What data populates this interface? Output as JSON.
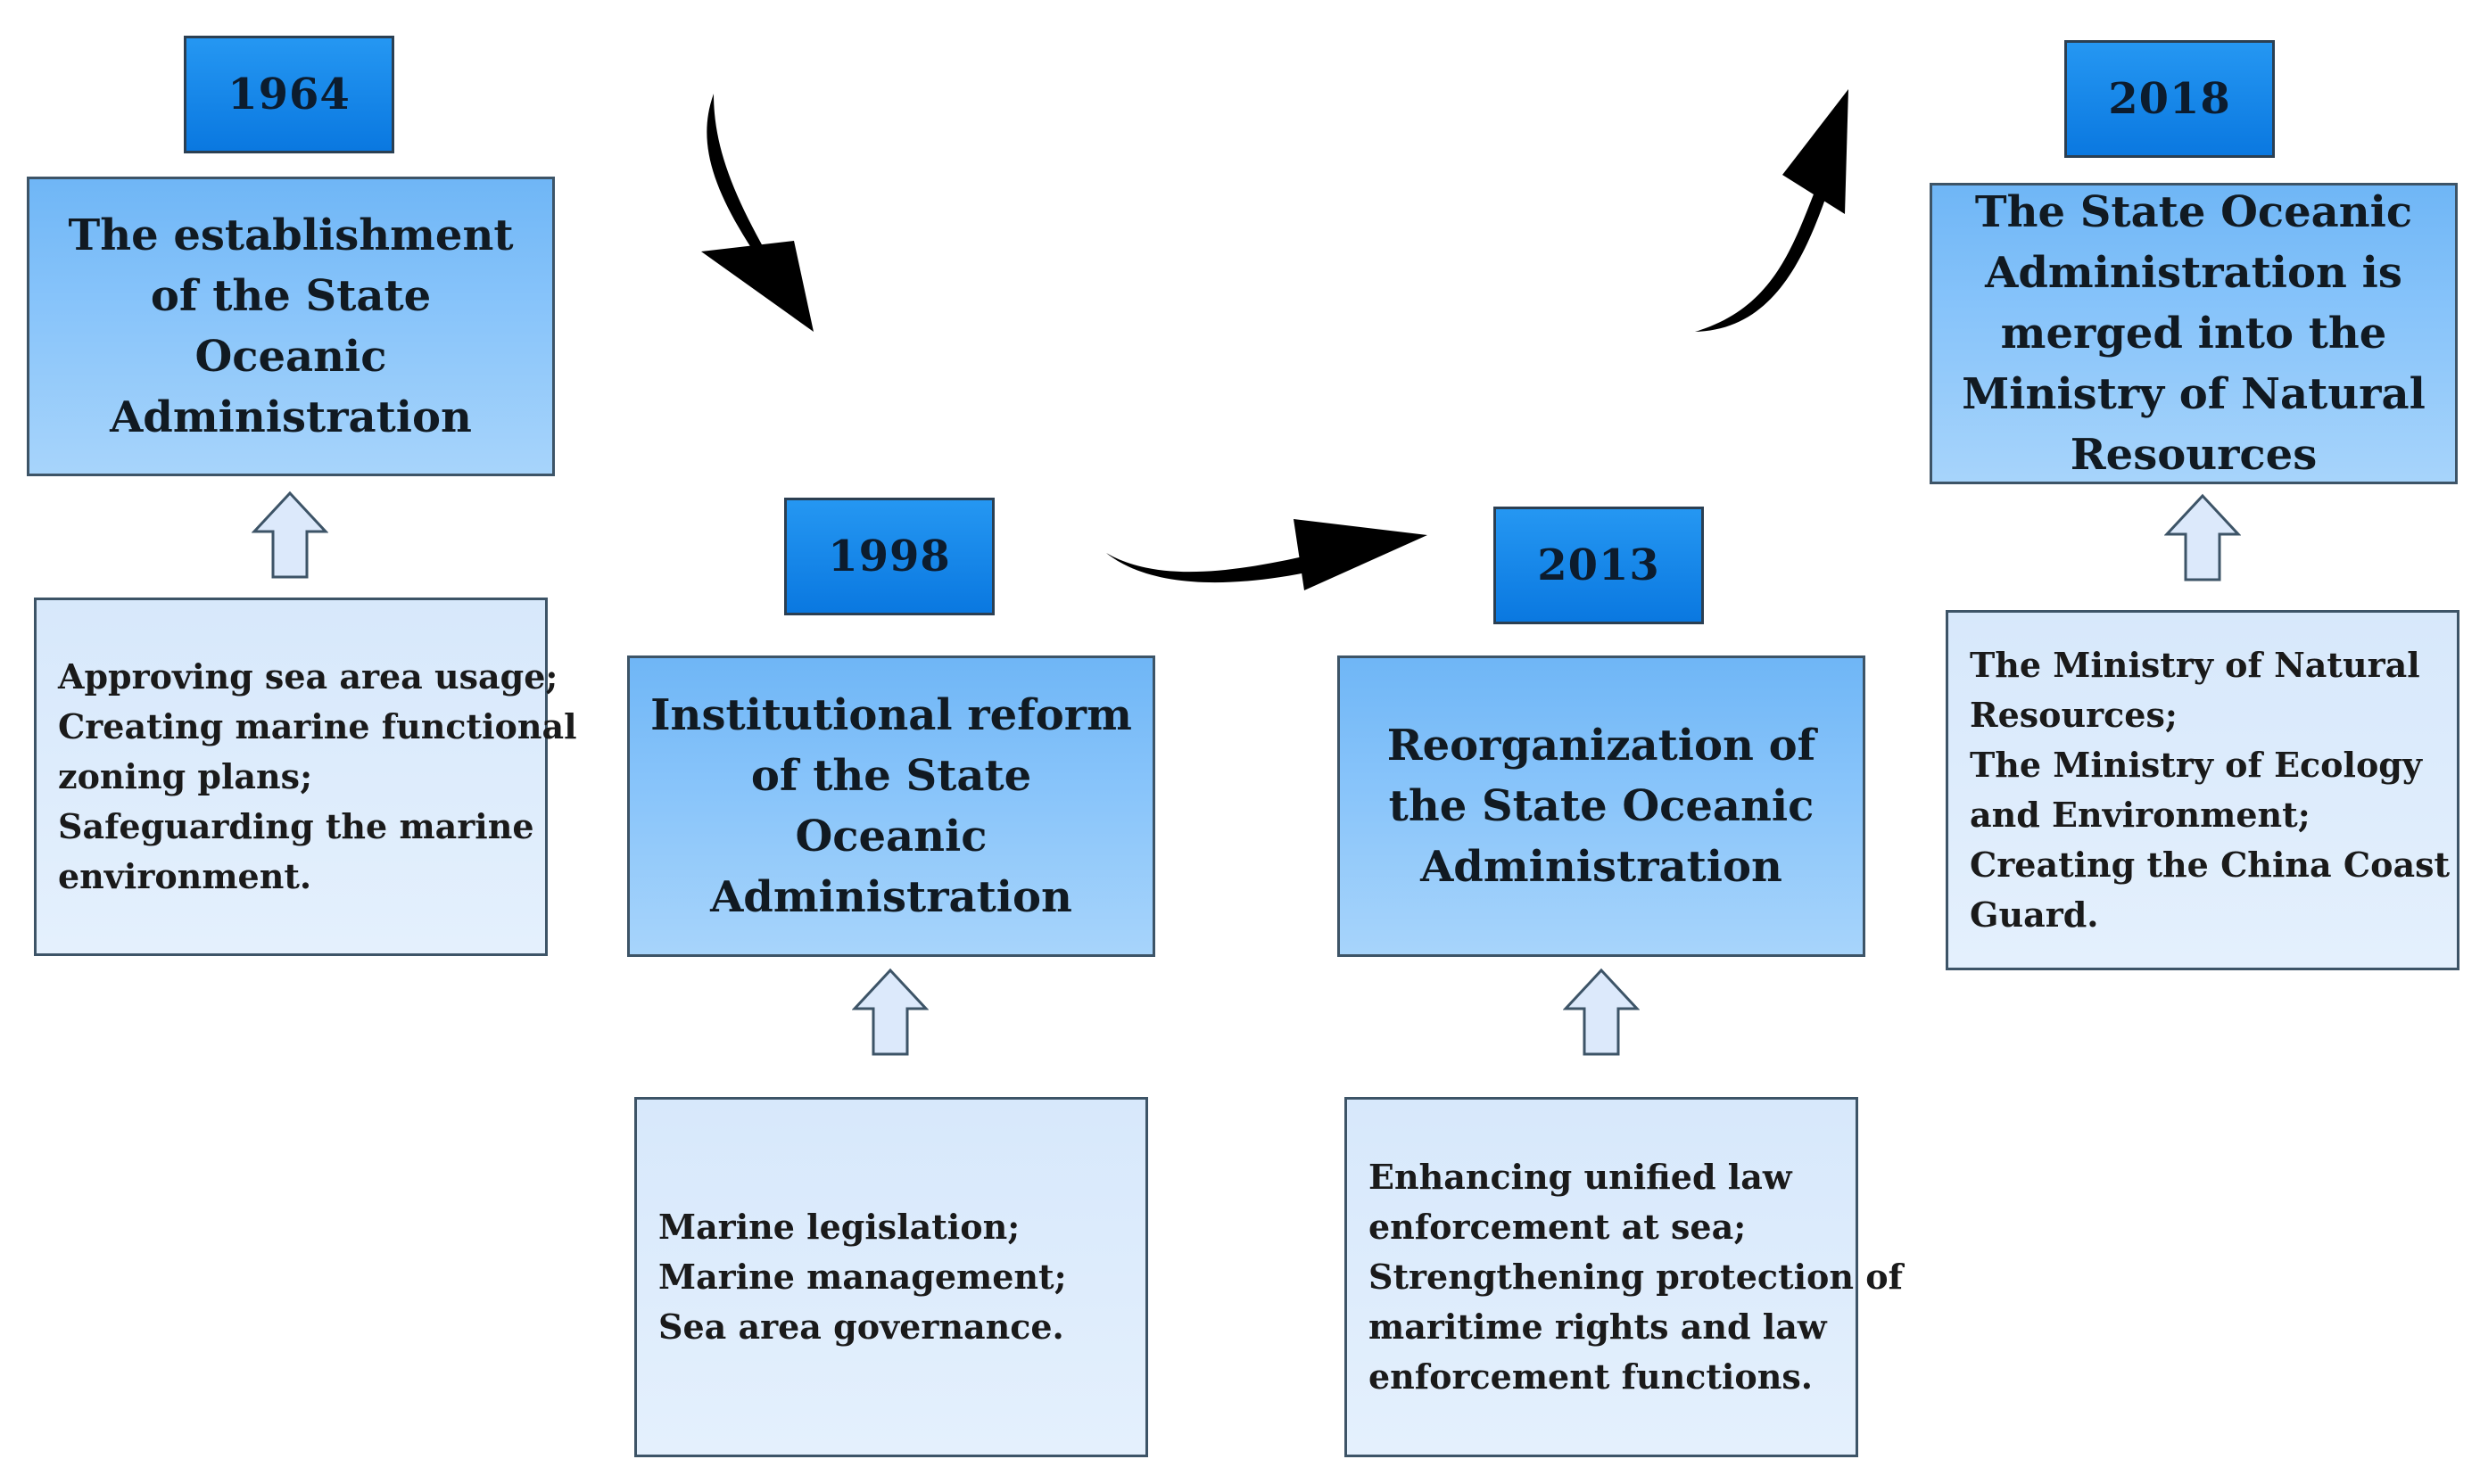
{
  "stages": [
    {
      "year": "1964",
      "event": "The establishment of the State Oceanic Administration",
      "details": [
        "Approving sea area usage;",
        "Creating marine functional",
        "zoning plans;",
        "Safeguarding the marine",
        "environment."
      ]
    },
    {
      "year": "1998",
      "event": "Institutional reform of the State Oceanic Administration",
      "details": [
        "Marine legislation;",
        "Marine management;",
        "Sea area governance."
      ]
    },
    {
      "year": "2013",
      "event": "Reorganization of the State Oceanic Administration",
      "details": [
        "Enhancing unified law",
        "enforcement at sea;",
        "Strengthening protection of",
        "maritime rights and law",
        "enforcement functions."
      ]
    },
    {
      "year": "2018",
      "event": "The State Oceanic Administration is merged into the Ministry of Natural Resources",
      "details": [
        "The Ministry of Natural",
        "Resources;",
        "The Ministry of Ecology",
        "and Environment;",
        "Creating the China Coast",
        "Guard."
      ]
    }
  ],
  "colors": {
    "year_box": "#0a78e0",
    "event_box": "#86c3fa",
    "detail_box": "#e4f0fd",
    "up_arrow_fill": "#dce9fb",
    "flow_arrow": "#000000"
  }
}
